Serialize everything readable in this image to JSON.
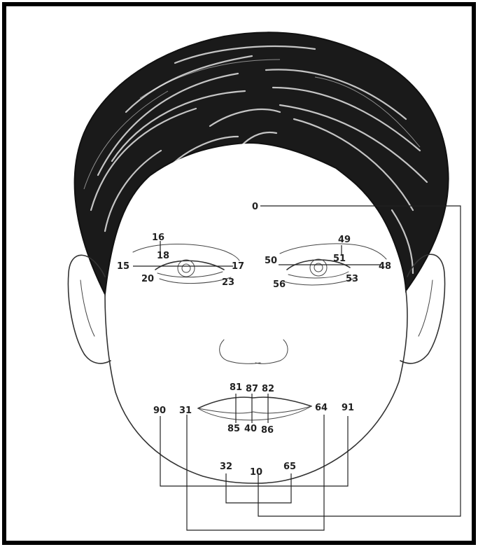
{
  "labels": {
    "l0": "0",
    "l16": "16",
    "l18": "18",
    "l15": "15",
    "l17": "17",
    "l20": "20",
    "l23": "23",
    "l49": "49",
    "l50": "50",
    "l51": "51",
    "l48": "48",
    "l56": "56",
    "l53": "53",
    "l81": "81",
    "l87": "87",
    "l82": "82",
    "l90": "90",
    "l31": "31",
    "l64": "64",
    "l91": "91",
    "l85": "85",
    "l40": "40",
    "l86": "86",
    "l32": "32",
    "l65": "65",
    "l10": "10"
  },
  "colors": {
    "ink": "#222222",
    "frame": "#000000",
    "hair_dark": "#111111",
    "background": "#ffffff"
  }
}
